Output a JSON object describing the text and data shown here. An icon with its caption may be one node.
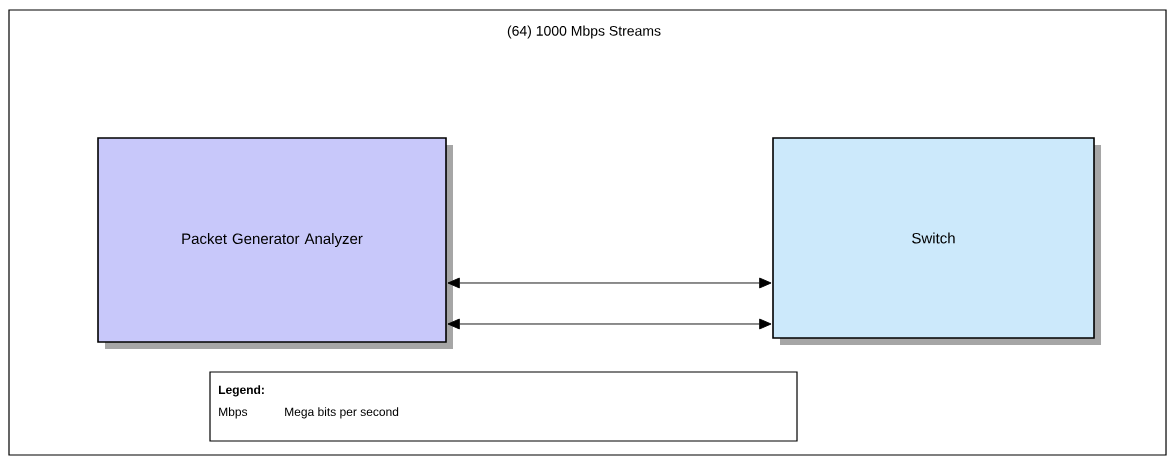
{
  "diagram": {
    "title": "(64) 1000 Mbps Streams",
    "nodes": [
      {
        "text": [
          "Packet Generator Analyzer"
        ]
      },
      {
        "text": [
          "Switch"
        ]
      },
      {
        "text": [
          "Legend:",
          "Mbps",
          "Mega bits per second"
        ]
      }
    ],
    "edges": [
      {
        "from": 0,
        "to": 1,
        "arrow": "both"
      },
      {
        "from": 0,
        "to": 1,
        "arrow": "both"
      }
    ]
  }
}
